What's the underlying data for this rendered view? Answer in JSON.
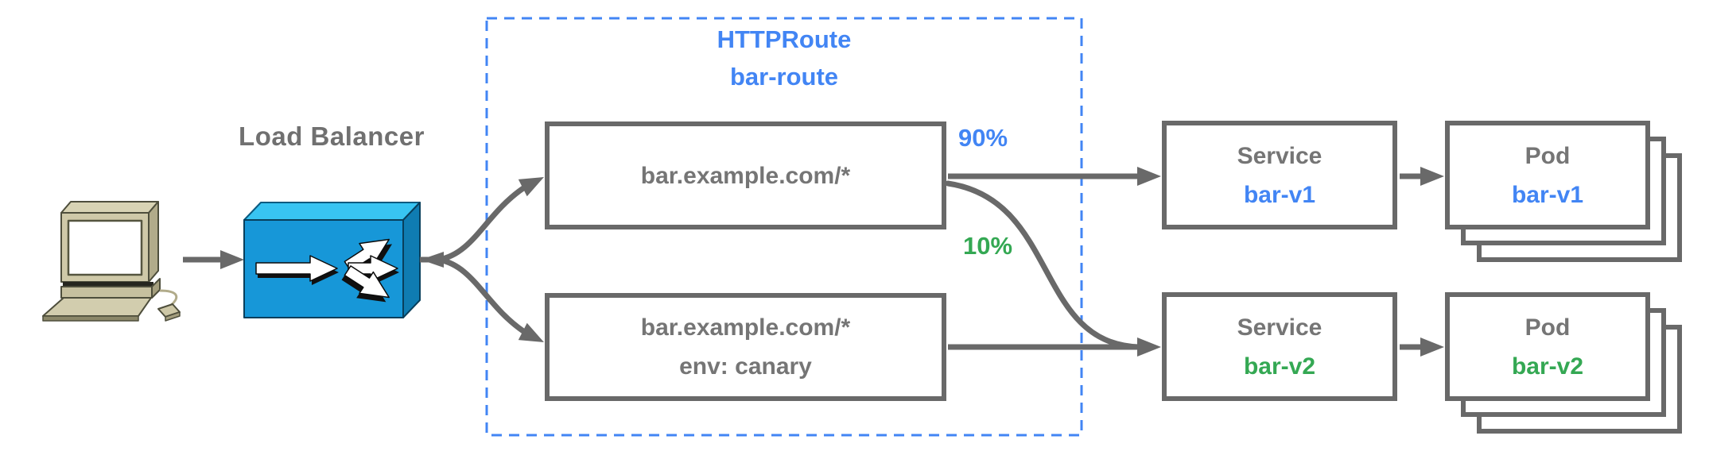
{
  "labels": {
    "load_balancer": "Load Balancer",
    "weight_v1": "90%",
    "weight_v2": "10%"
  },
  "http_route": {
    "kind": "HTTPRoute",
    "name": "bar-route",
    "rules": [
      {
        "host": "bar.example.com/*"
      },
      {
        "host": "bar.example.com/*",
        "match": "env: canary"
      }
    ]
  },
  "services": [
    {
      "kind": "Service",
      "name": "bar-v1"
    },
    {
      "kind": "Service",
      "name": "bar-v2"
    }
  ],
  "pods": [
    {
      "kind": "Pod",
      "name": "bar-v1"
    },
    {
      "kind": "Pod",
      "name": "bar-v2"
    }
  ],
  "icons": {
    "client": "desktop-computer-icon",
    "load_balancer": "load-balancer-icon"
  },
  "colors": {
    "accent_blue": "#4285f4",
    "accent_green": "#34a853",
    "gray_text": "#757575",
    "border_gray": "#696969",
    "lb_top": "#38c4f2",
    "lb_front": "#1797d8",
    "lb_side": "#0f7cb2"
  }
}
